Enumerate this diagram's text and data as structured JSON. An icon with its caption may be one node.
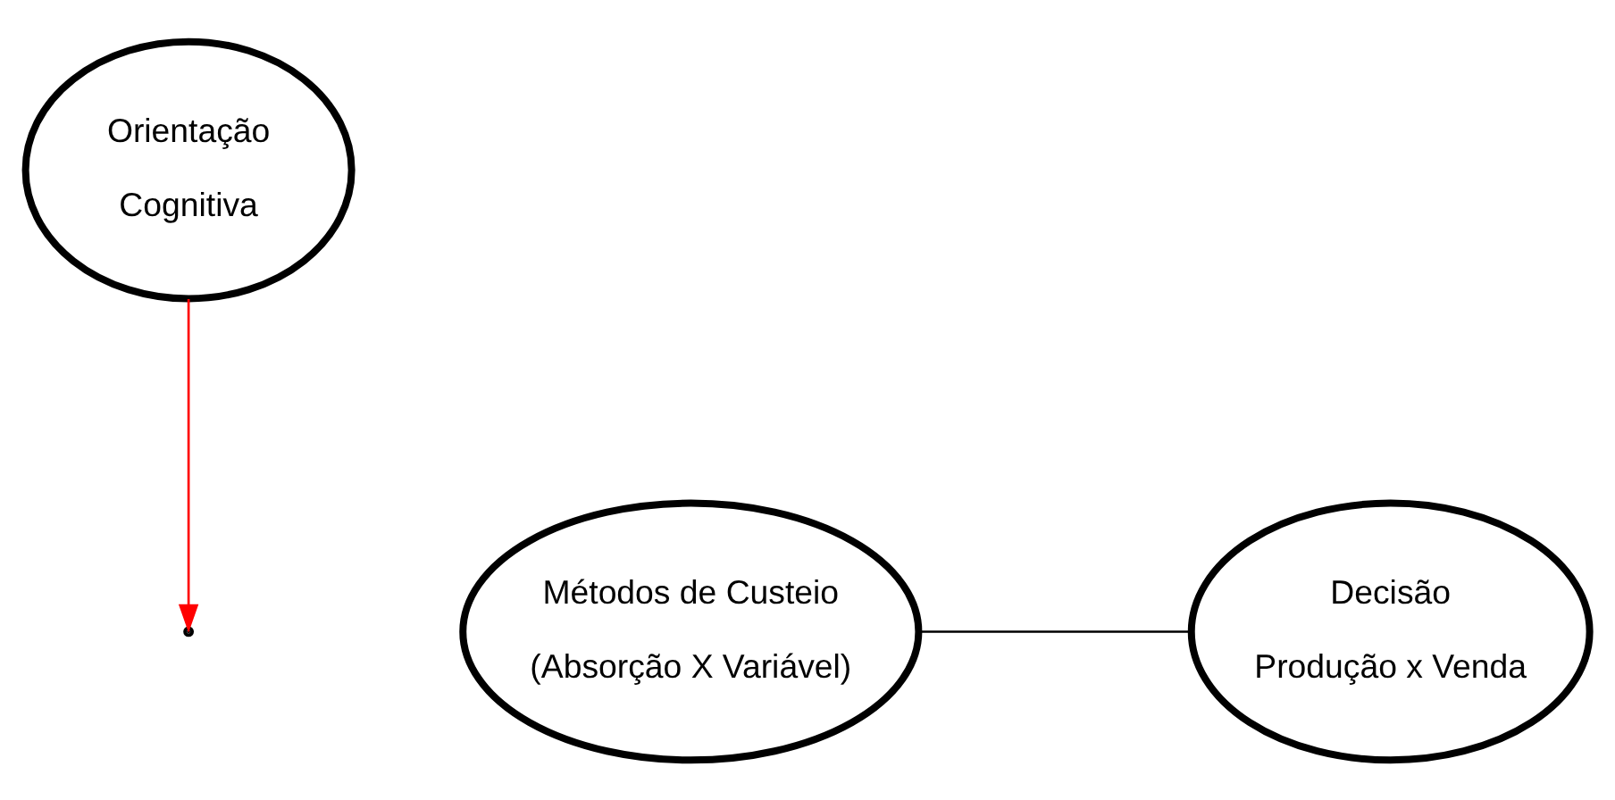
{
  "diagram": {
    "nodes": [
      {
        "text": [
          "Orientação",
          "Cognitiva"
        ]
      },
      {
        "text": [
          "Métodos de Custeio",
          "(Absorção X Variável)"
        ]
      },
      {
        "text": [
          "Decisão",
          "Produção x Venda"
        ]
      }
    ],
    "edges": [
      {
        "from": 1,
        "to": 2,
        "arrow": "none"
      },
      {
        "from": 0,
        "to": null,
        "arrow": "to",
        "color": "#ff0000"
      }
    ]
  }
}
